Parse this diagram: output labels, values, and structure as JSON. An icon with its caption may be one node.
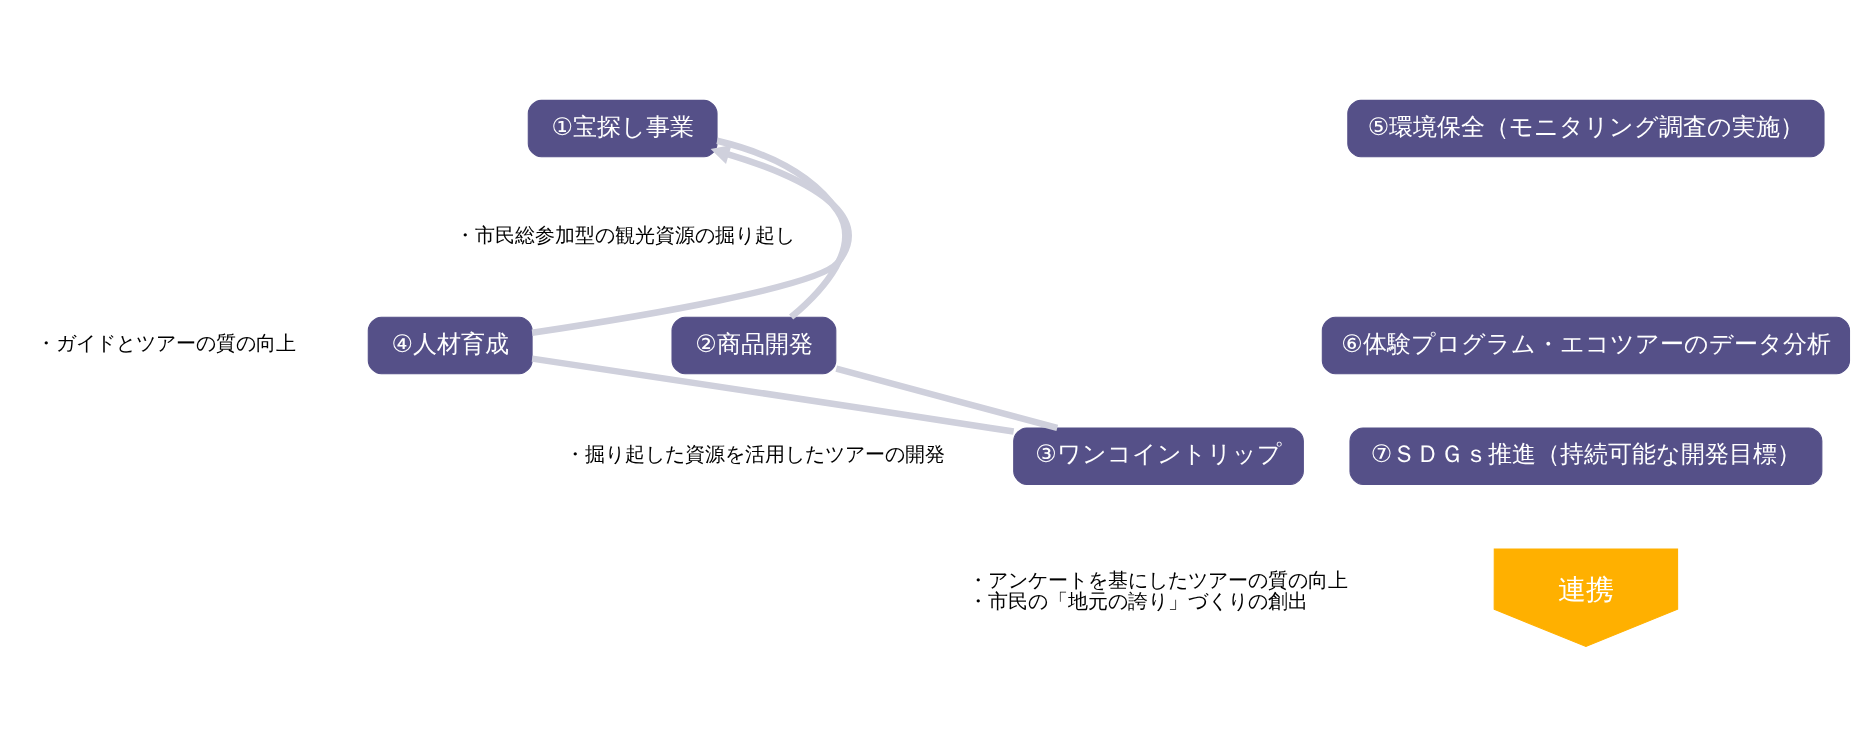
{
  "diagram": {
    "nodes": [
      {
        "text": [
          "①宝探し事業"
        ],
        "beside": [
          "・市民総参加型の観光資源の掘り起し"
        ]
      },
      {
        "text": [
          "②商品開発"
        ],
        "beside": [
          "・掘り起した資源を活用したツアーの開発"
        ]
      },
      {
        "text": [
          "③ワンコイントリップ"
        ],
        "beside": [
          "・アンケートを基にしたツアーの質の向上",
          "・市民の「地元の誇り」づくりの創出"
        ]
      },
      {
        "text": [
          "④人材育成"
        ],
        "beside": [
          "・ガイドとツアーの質の向上"
        ]
      },
      {
        "text": [
          "⑤環境保全（モニタリング調査の実施）"
        ]
      },
      {
        "text": [
          "⑥体験プログラム・エコツアーのデータ分析"
        ]
      },
      {
        "text": [
          "⑦ＳＤＧｓ推進（持続可能な開発目標）"
        ]
      },
      {
        "text": [
          "連携"
        ]
      }
    ],
    "edges": [
      {
        "from": 0,
        "to": 1,
        "arrow": "none"
      },
      {
        "from": 1,
        "to": 2,
        "arrow": "none"
      },
      {
        "from": 2,
        "to": 3,
        "arrow": "none"
      },
      {
        "from": 3,
        "to": 0,
        "arrow": "to"
      }
    ]
  }
}
